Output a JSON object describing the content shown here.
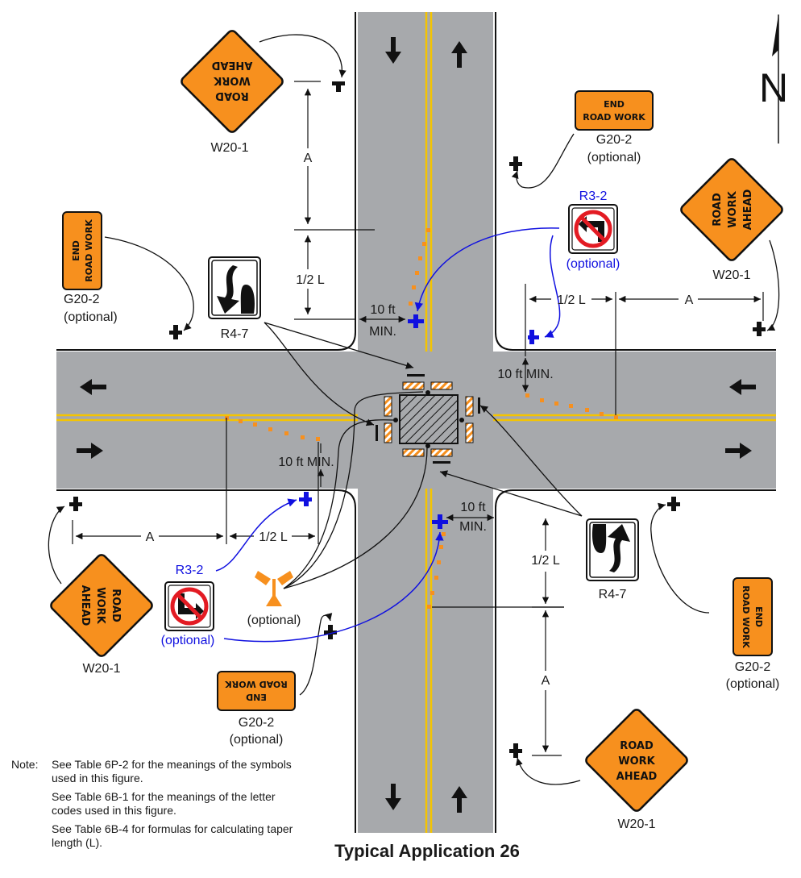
{
  "title": "Typical Application 26",
  "colors": {
    "road": "#a7a9ac",
    "yellow_line": "#f5c400",
    "orange_sign": "#f7901e",
    "channel_dots": "#f7901e",
    "blue_callout": "#1010e0"
  },
  "signs": {
    "w20_1_text": [
      "ROAD",
      "WORK",
      "AHEAD"
    ],
    "g20_2_text": [
      "END",
      "ROAD WORK"
    ],
    "w20_1_code": "W20-1",
    "g20_2_code": "G20-2",
    "r3_2_code": "R3-2",
    "r4_7_code": "R4-7",
    "optional": "(optional)"
  },
  "dimensions": {
    "a": "A",
    "half_l": "1/2 L",
    "ten_ft": "10 ft",
    "min": "MIN.",
    "ten_ft_min": "10 ft MIN."
  },
  "north_label": "N",
  "notes": {
    "prefix": "Note:",
    "items": [
      "See Table 6P-2 for the meanings of the symbols used in this figure.",
      "See Table 6B-1 for the meanings of the letter codes used in this figure.",
      "See Table 6B-4 for formulas for calculating taper length (L)."
    ]
  }
}
